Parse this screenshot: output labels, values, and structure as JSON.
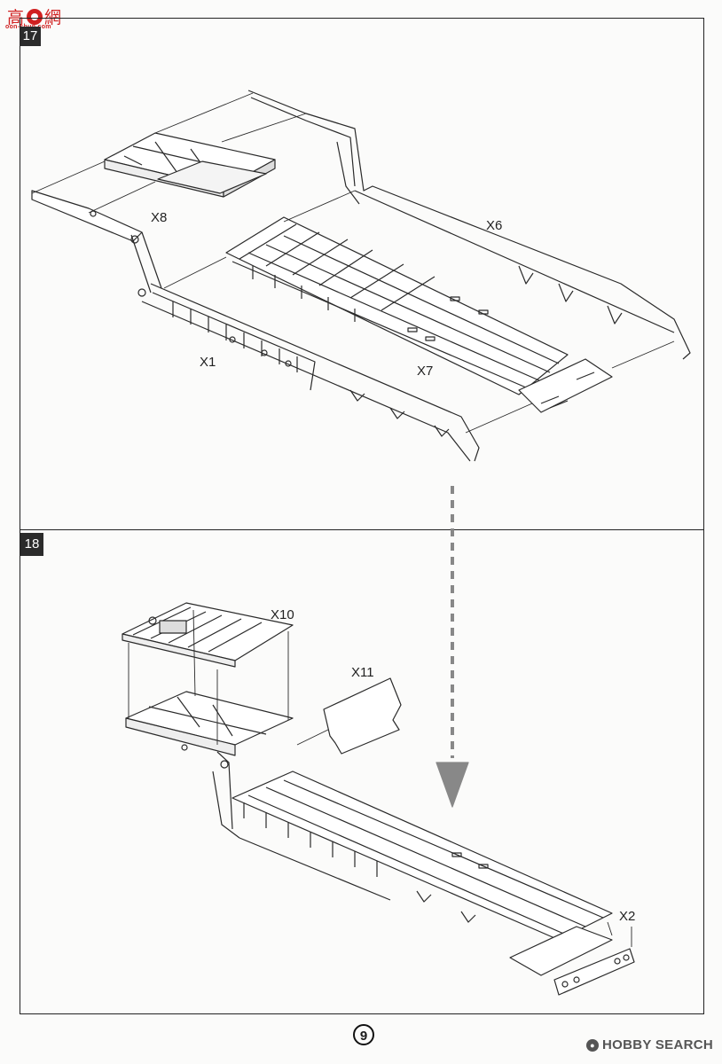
{
  "header": {
    "logo_text": "oon-shun.com",
    "logo_chars": "高 網"
  },
  "steps": [
    {
      "number": "17",
      "parts": {
        "x8": "X8",
        "x6": "X6",
        "x1": "X1",
        "x7": "X7"
      }
    },
    {
      "number": "18",
      "parts": {
        "x10": "X10",
        "x11": "X11",
        "x2": "X2"
      }
    }
  ],
  "footer": {
    "page_number": "9",
    "watermark": "HOBBY SEARCH"
  },
  "colors": {
    "line": "#2a2a2a",
    "arrow": "#888888",
    "logo_red": "#d02020"
  }
}
